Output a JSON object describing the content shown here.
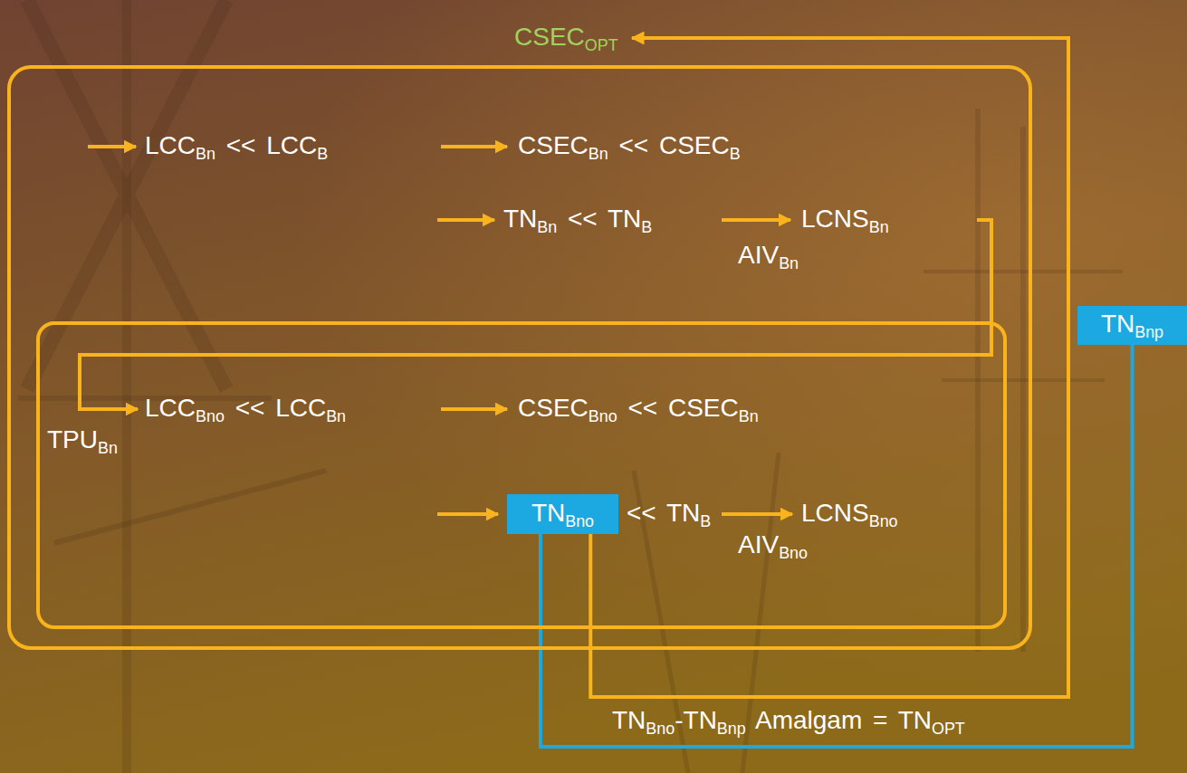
{
  "diagram": {
    "nodes": [
      {
        "text": [
          "CSECOPT"
        ]
      },
      {
        "text": []
      },
      {
        "text": [
          "LCCBn << LCCB"
        ],
        "in": 1
      },
      {
        "text": [
          "CSECBn << CSECB"
        ],
        "in": 1
      },
      {
        "text": [
          "TNBn << TNB"
        ],
        "in": 1
      },
      {
        "text": [
          "LCNSBn"
        ],
        "in": 1
      },
      {
        "text": [],
        "in": 1
      },
      {
        "text": [
          "LCCBno << LCCBn"
        ],
        "in": 6
      },
      {
        "text": [
          "CSECBno << CSECBn"
        ],
        "in": 6
      },
      {
        "text": [
          "TNBno"
        ],
        "in": 6
      },
      {
        "text": [
          "<< TNB"
        ],
        "in": 6
      },
      {
        "text": [
          "LCNSBno"
        ],
        "in": 6
      },
      {
        "text": [
          "TNBnp"
        ]
      }
    ],
    "edges": [
      {
        "from": 2,
        "to": 3,
        "arrow": "to"
      },
      {
        "from": 4,
        "to": 5,
        "arrow": "to",
        "label": "AIVBn"
      },
      {
        "from": 5,
        "to": 7,
        "arrow": "to",
        "label": "TPUBn"
      },
      {
        "from": 7,
        "to": 8,
        "arrow": "to"
      },
      {
        "from": 10,
        "to": 11,
        "arrow": "to",
        "label": "AIVBno"
      },
      {
        "from": 9,
        "to": 0,
        "arrow": "to"
      },
      {
        "from": 9,
        "to": 12,
        "arrow": "none",
        "label": "TNBno-TNBnp Amalgam = TNOPT"
      }
    ]
  }
}
